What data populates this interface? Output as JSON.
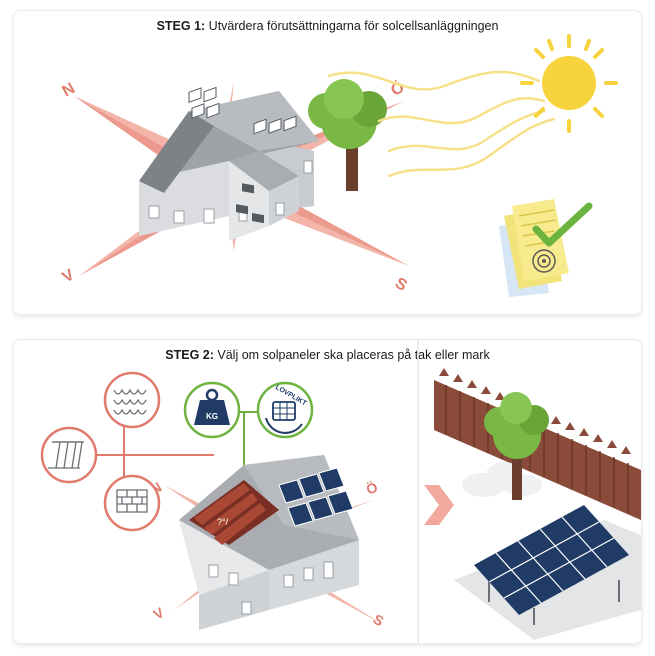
{
  "step1": {
    "label": "STEG 1:",
    "text": "Utvärdera förutsättningarna för solcellsanläggningen",
    "compass": {
      "n": "N",
      "o": "Ö",
      "s": "S",
      "v": "V"
    }
  },
  "step2": {
    "label": "STEG 2:",
    "text": "Välj om solpaneler ska placeras på tak eller mark",
    "compass": {
      "n": "N",
      "o": "Ö",
      "s": "S",
      "v": "V"
    },
    "weight_label": "KG",
    "permit_label": "LOVPLIKT",
    "roof_label": "?°/"
  },
  "colors": {
    "salmon": "#e07a6a",
    "green": "#6db33f",
    "navy": "#1f3b66",
    "sun": "#f7d33d",
    "tree": "#78b843",
    "fence": "#8a4b3a"
  }
}
